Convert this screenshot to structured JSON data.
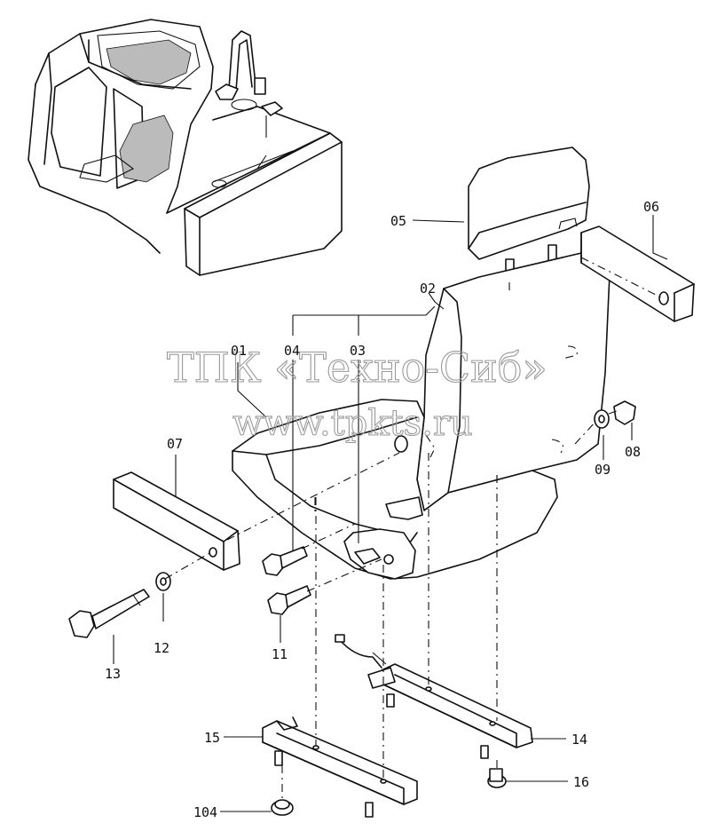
{
  "watermark": {
    "line1": "ТПК «Техно-Сиб»",
    "line2": "www.tpkts.ru"
  },
  "callouts": {
    "p01": "01",
    "p02": "02",
    "p03": "03",
    "p04": "04",
    "p05": "05",
    "p06": "06",
    "p07": "07",
    "p08": "08",
    "p09": "09",
    "p11": "11",
    "p12": "12",
    "p13": "13",
    "p14": "14",
    "p15": "15",
    "p16": "16",
    "p104": "104"
  }
}
